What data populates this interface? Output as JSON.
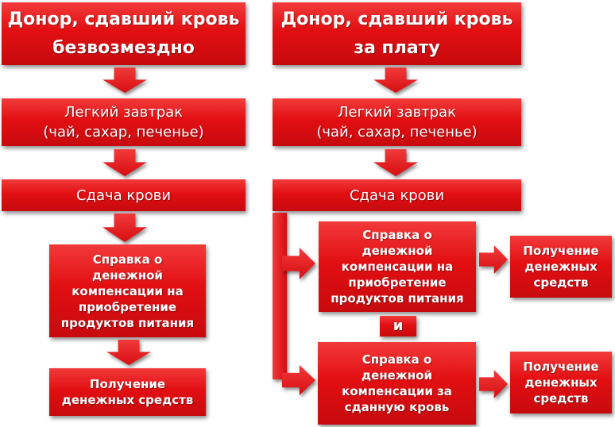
{
  "left_column": {
    "header": "Донор, сдавший кровь\nбезвозмездно",
    "breakfast": "Легкий завтрак\n(чай, сахар, печенье)",
    "blood_donation": "Сдача крови",
    "certificate_food": "Справка о\nденежной\nкомпенсации на\nприобретение\nпродуктов питания",
    "receive_money": "Получение\nденежных средств"
  },
  "right_column": {
    "header": "Донор, сдавший кровь\nза плату",
    "breakfast": "Легкий завтрак\n(чай, сахар, печенье)",
    "blood_donation": "Сдача крови",
    "certificate_food": "Справка о\nденежной\nкомпенсации на\nприобретение\nпродуктов питания",
    "connector": "и",
    "certificate_blood": "Справка о\nденежной\nкомпенсации за\nсданную кровь",
    "receive_money_1": "Получение\nденежных\nсредств",
    "receive_money_2": "Получение\nденежных\nсредств"
  },
  "colors": {
    "box_fill": "#e20f12",
    "box_text": "#ffffff",
    "background": "#ffffff"
  }
}
